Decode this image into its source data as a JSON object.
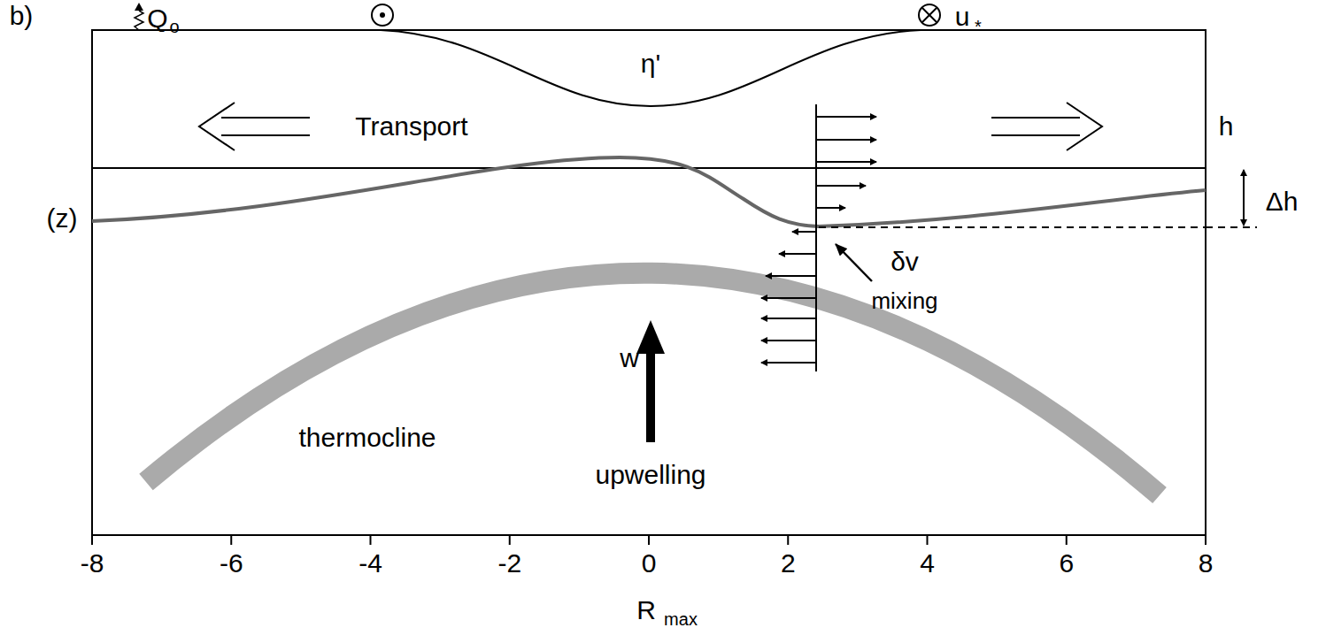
{
  "diagram": {
    "labels": [
      "b)",
      "Q",
      "o",
      "η'",
      "u",
      "*",
      "Transport",
      "h",
      "Δh",
      "(z)",
      "δv",
      "mixing",
      "w",
      "thermocline",
      "upwelling",
      "-8",
      "-6",
      "-4",
      "-2",
      "0",
      "2",
      "4",
      "6",
      "8",
      "R",
      "max"
    ]
  }
}
